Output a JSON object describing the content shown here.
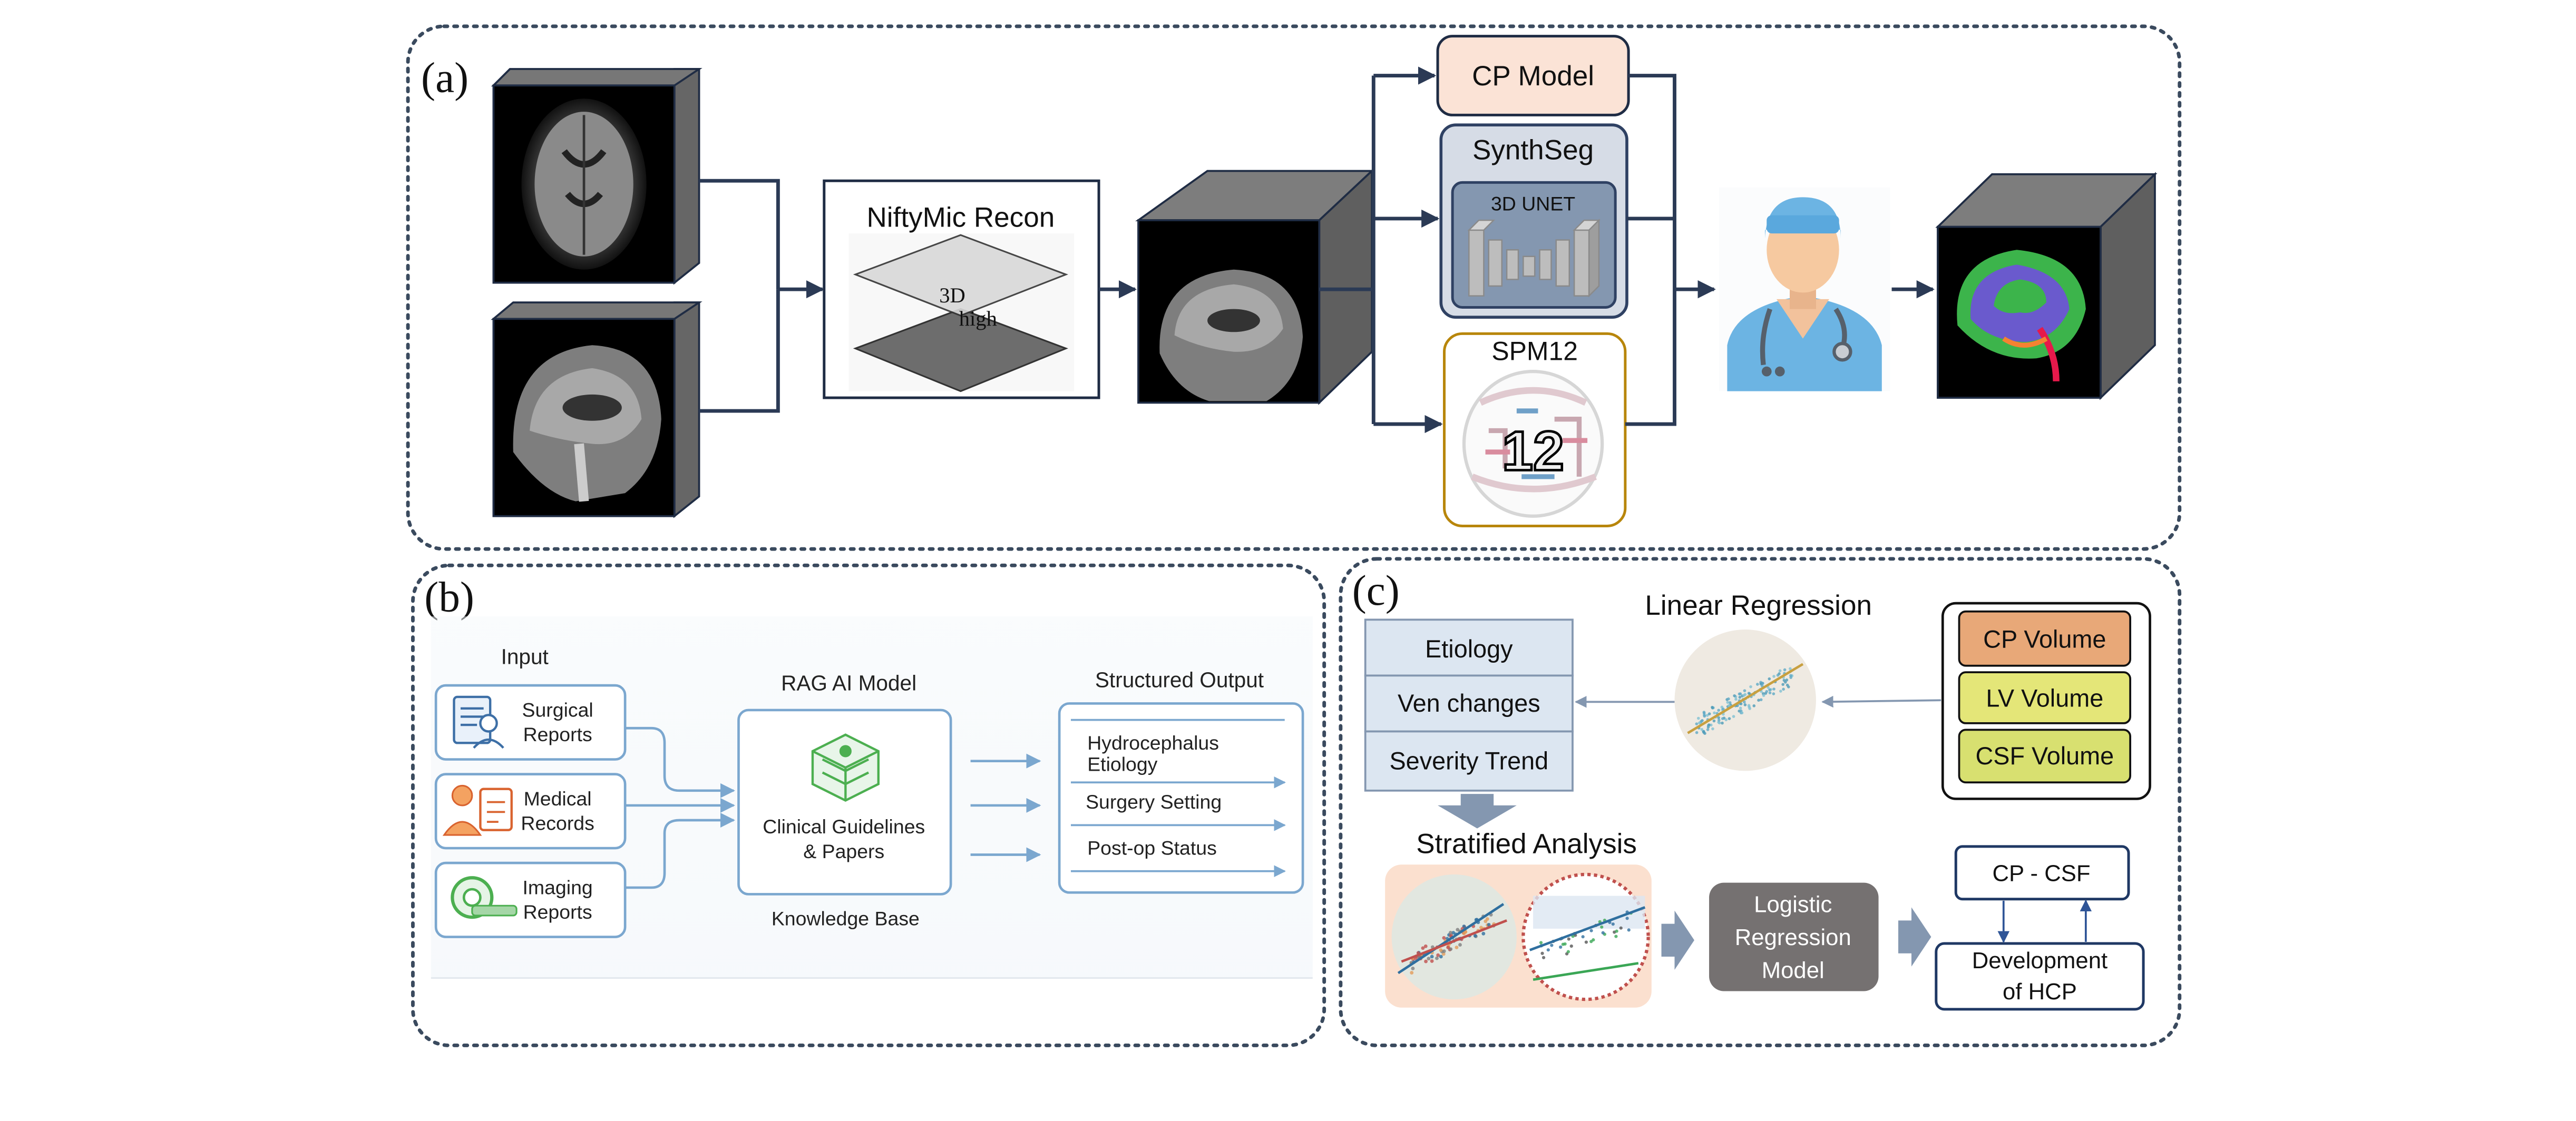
{
  "panel_a": {
    "label": "(a)",
    "recon_title": "NiftyMic Recon",
    "recon_layer_top": "3D",
    "recon_layer_bottom": "high",
    "cp_model": "CP Model",
    "synthseg": "SynthSeg",
    "unet": "3D UNET",
    "spm12": "SPM12",
    "spm_logo_text": "12"
  },
  "panel_b": {
    "label": "(b)",
    "input_title": "Input",
    "inputs": [
      {
        "line1": "Surgical",
        "line2": "Reports"
      },
      {
        "line1": "Medical",
        "line2": "Records"
      },
      {
        "line1": "Imaging",
        "line2": "Reports"
      }
    ],
    "model_title": "RAG AI Model",
    "kb_line1": "Clinical Guidelines",
    "kb_line2": "& Papers",
    "kb_caption": "Knowledge Base",
    "output_title": "Structured Output",
    "outputs": [
      {
        "line1": "Hydrocephalus",
        "line2": "Etiology"
      },
      {
        "line1": "Surgery Setting",
        "line2": ""
      },
      {
        "line1": "Post-op Status",
        "line2": ""
      }
    ]
  },
  "panel_c": {
    "label": "(c)",
    "outcomes": [
      "Etiology",
      "Ven changes",
      "Severity Trend"
    ],
    "linreg_title": "Linear Regression",
    "volumes": [
      "CP Volume",
      "LV Volume",
      "CSF Volume"
    ],
    "strat_title": "Stratified Analysis",
    "logistic_line1": "Logistic",
    "logistic_line2": "Regression",
    "logistic_line3": "Model",
    "cpcsf": "CP - CSF",
    "dev_line1": "Development",
    "dev_line2": "of HCP"
  },
  "colors": {
    "dotted_border": "#3a4a5e",
    "cp_model_fill": "#fbe3d6",
    "synthseg_fill": "#d6dce6",
    "synthseg_border": "#2f4163",
    "spm_border": "#b8860b",
    "panel_b_accent": "#7ba7cf",
    "cp_volume": "#e8a878",
    "lv_volume": "#e4e678",
    "csf_volume": "#d8e070",
    "outcome_fill": "#dce6f1",
    "logistic_fill": "#757171",
    "strat_bg": "#fbe0cf",
    "arrow_blue_gray": "#8497b0"
  },
  "icons": [
    "doctor-icon",
    "brain-segmentation-icon",
    "mri-axial-icon",
    "mri-sagittal-icon",
    "surgical-report-icon",
    "medical-record-icon",
    "imaging-scanner-icon",
    "knowledge-base-icon",
    "scatter-plot-icon"
  ]
}
